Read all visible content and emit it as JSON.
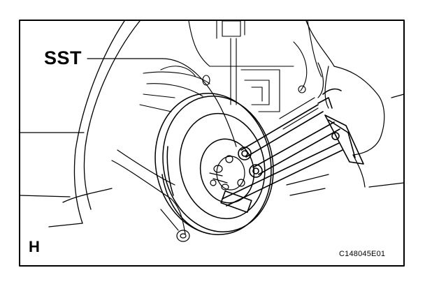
{
  "figure": {
    "callout_tool": "SST",
    "view_letter": "H",
    "figure_code": "C148045E01"
  },
  "colors": {
    "line": "#000000",
    "background": "#ffffff"
  },
  "icons": [
    "special-service-tool",
    "brake-disc-rotor",
    "wheel-hub-studs",
    "suspension-strut"
  ]
}
